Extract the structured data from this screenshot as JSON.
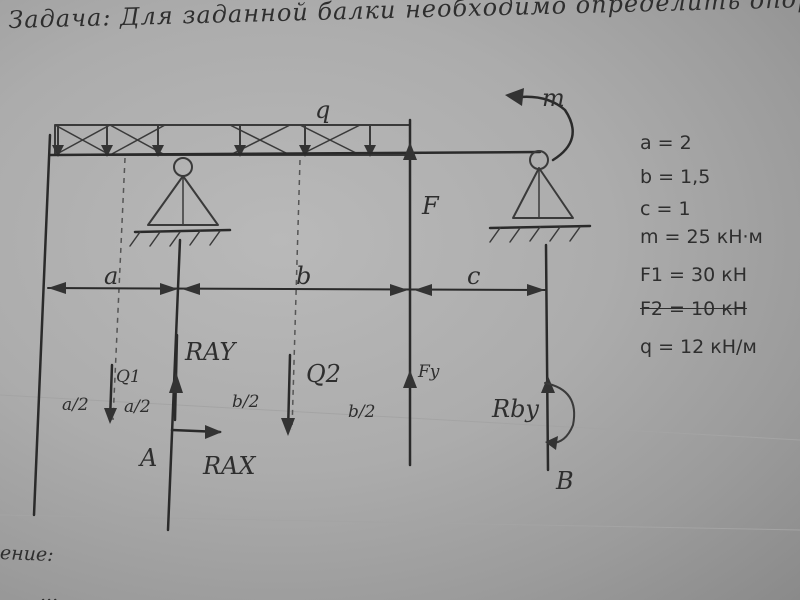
{
  "title": "Задача: Для заданной балки необходимо определить опор",
  "labels": {
    "q": "q",
    "m": "m",
    "F": "F",
    "a": "a",
    "b": "b",
    "c": "c",
    "Q1": "Q1",
    "Q2": "Q2",
    "RAy": "RAY",
    "RAx": "RAX",
    "Fy": "Fy",
    "RBy": "Rby",
    "A": "A",
    "B": "B",
    "a_half_left": "a/2",
    "a_half_right": "a/2",
    "b_half_left": "b/2",
    "b_half_right": "b/2"
  },
  "parameters": [
    "a = 2",
    "b = 1,5",
    "c = 1",
    "m = 25 кН·м",
    "F1 = 30 кН",
    "F2 = 10 кН",
    "q = 12 кН/м"
  ],
  "footer": {
    "word": "ение:",
    "formula": "..."
  }
}
